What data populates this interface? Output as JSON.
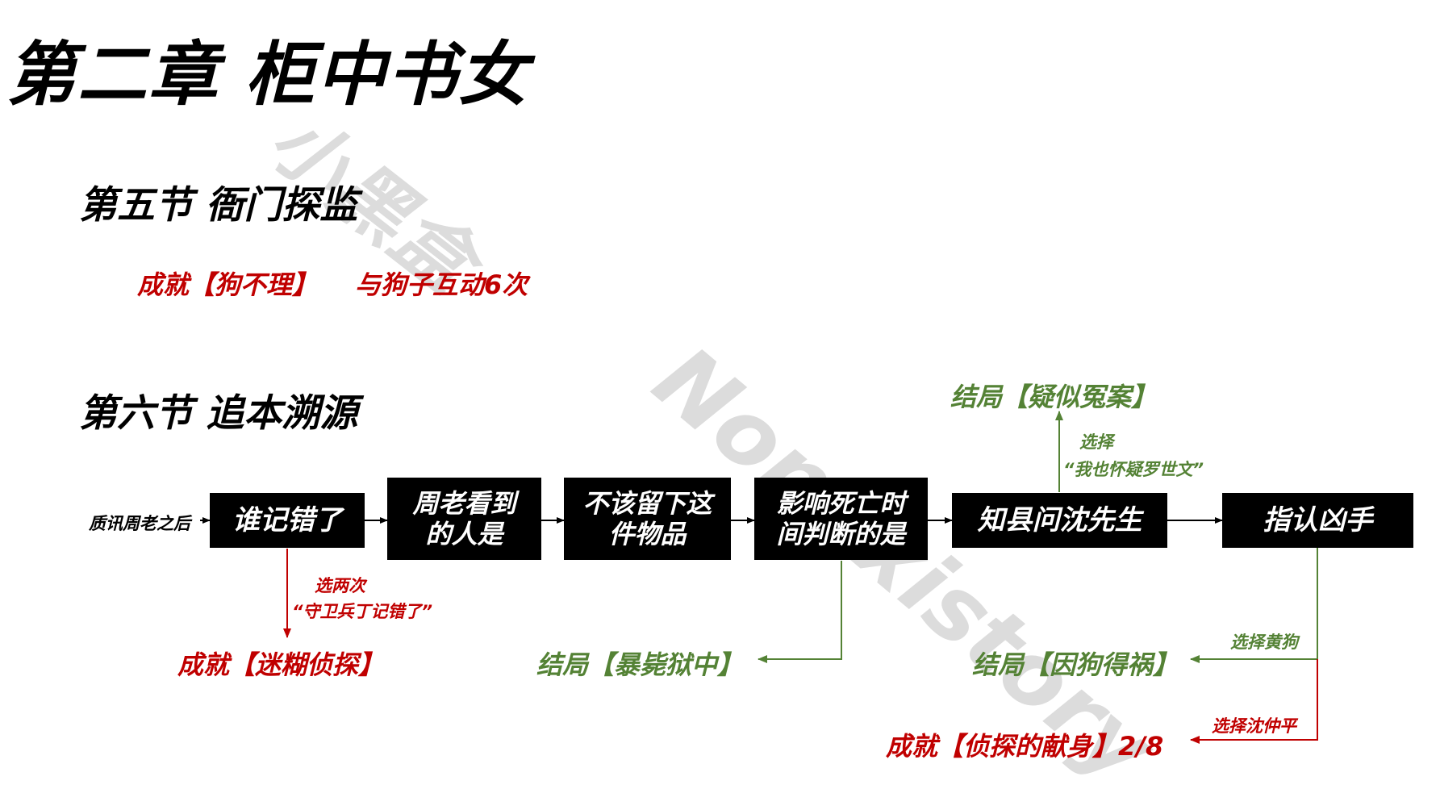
{
  "title": "第二章 柜中书女",
  "sections": {
    "s5": {
      "heading": "第五节 衙门探监",
      "achievement": "成就【狗不理】",
      "condition": "与狗子互动6次"
    },
    "s6": {
      "heading": "第六节 追本溯源"
    }
  },
  "watermark": {
    "logo": "小黑盒",
    "text": "Nonexistory"
  },
  "flow": {
    "start_label": "质讯周老之后",
    "nodes": [
      "谁记错了",
      "周老看到\n的人是",
      "不该留下这\n件物品",
      "影响死亡时\n间判断的是",
      "知县问沈先生",
      "指认凶手"
    ],
    "branch_who": {
      "condition_line1": "选两次",
      "condition_line2": "“守卫兵丁记错了”",
      "result": "成就【迷糊侦探】"
    },
    "branch_time": {
      "result": "结局【暴毙狱中】"
    },
    "branch_magistrate": {
      "condition_line1": "选择",
      "condition_line2": "“我也怀疑罗世文”",
      "result": "结局【疑似冤案】"
    },
    "branch_culprit_dog": {
      "condition": "选择黄狗",
      "result": "结局【因狗得祸】"
    },
    "branch_culprit_shen": {
      "condition": "选择沈仲平",
      "result": "成就【侦探的献身】2/8"
    }
  },
  "colors": {
    "box": "#000000",
    "achievement": "#c00000",
    "ending": "#548235",
    "arrow": "#000000"
  }
}
